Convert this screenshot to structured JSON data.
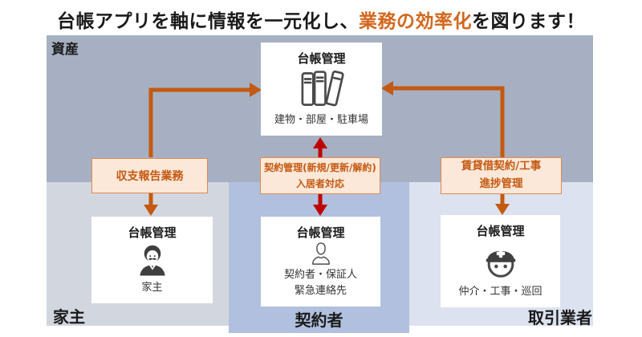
{
  "title": {
    "prefix": "台帳アプリを軸に情報を一元化し、",
    "highlight": "業務の効率化",
    "suffix": "を図ります！"
  },
  "sections": {
    "assets": "資産",
    "owner": "家主",
    "contractor": "契約者",
    "vendors": "取引業者"
  },
  "cards": {
    "assets": {
      "title": "台帳管理",
      "icon": "books-icon",
      "caption": "建物・部屋・駐車場"
    },
    "owner": {
      "title": "台帳管理",
      "icon": "mustache-man-icon",
      "caption": "家主"
    },
    "contractor": {
      "title": "台帳管理",
      "icon": "person-outline-icon",
      "captions": [
        "契約者・保証人",
        "緊急連絡先"
      ]
    },
    "vendors": {
      "title": "台帳管理",
      "icon": "construction-worker-icon",
      "caption": "仲介・工事・巡回"
    }
  },
  "connector_labels": {
    "left": [
      "収支報告業務"
    ],
    "middle": [
      "契約管理(新規/更新/解約)",
      "入居者対応"
    ],
    "right": [
      "賃貸借契約/工事",
      "進捗管理"
    ]
  },
  "colors": {
    "title_highlight": "#d3671d",
    "assets_bg": "#a6b0c2",
    "owner_bg": "#d2d6df",
    "contractor_bg": "#b1c0de",
    "vendors_bg": "#dce2f0",
    "arrow_orange": "#c45911",
    "arrow_red": "#bf0000",
    "label_bg": "#fce8d8",
    "label_border": "#e08a4e",
    "label_text": "#c45911",
    "icon_dark": "#3f3f3f",
    "icon_stroke": "#4a4a4a"
  }
}
